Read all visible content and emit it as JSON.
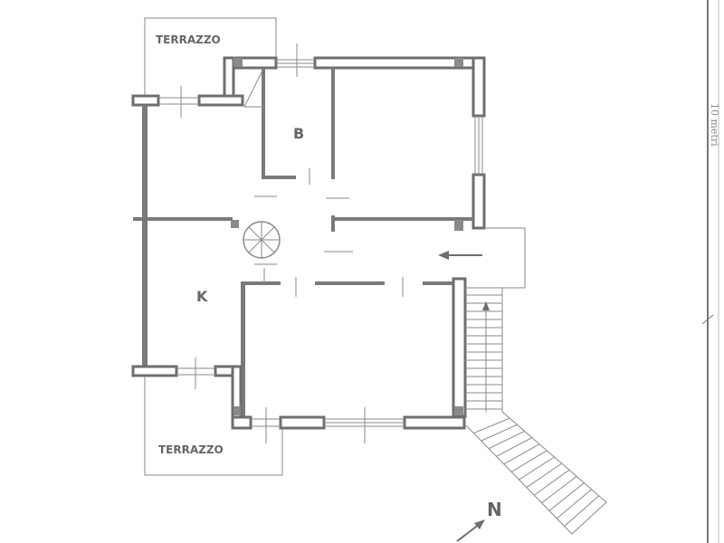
{
  "plan": {
    "rooms": [
      {
        "id": "terrace-top",
        "label": "TERRAZZO"
      },
      {
        "id": "bathroom",
        "label": "B"
      },
      {
        "id": "kitchen",
        "label": "K"
      },
      {
        "id": "terrace-bottom",
        "label": "TERRAZZO"
      }
    ],
    "north_label": "N",
    "scale_label": "10 metri",
    "colors": {
      "walls": "#7a7a7a",
      "lines": "#8a8a8a",
      "background": "#ffffff"
    }
  }
}
